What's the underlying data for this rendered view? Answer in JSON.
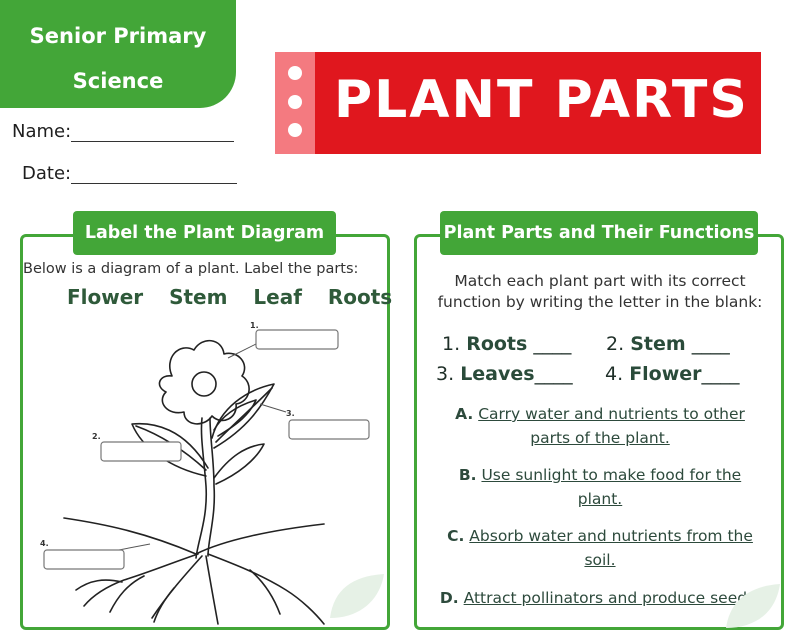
{
  "header": {
    "subject_line1": "Senior Primary",
    "subject_line2": "Science",
    "name_label": "Name:",
    "date_label": "Date:",
    "title": "PLANT PARTS"
  },
  "left_panel": {
    "tab_title": "Label the Plant Diagram",
    "instruction": "Below is a diagram of a plant. Label the parts:",
    "word_bank": "Flower  Stem  Leaf  Roots",
    "label_numbers": [
      "1.",
      "2.",
      "3.",
      "4."
    ]
  },
  "right_panel": {
    "tab_title": "Plant Parts and Their Functions",
    "instruction_line1": "Match each plant part with its correct",
    "instruction_line2": "function by writing the letter in the blank:",
    "items": [
      {
        "num": "1.",
        "part": "Roots",
        "blank": "____"
      },
      {
        "num": "2.",
        "part": "Stem",
        "blank": "____"
      },
      {
        "num": "3.",
        "part": "Leaves",
        "blank": "____"
      },
      {
        "num": "4.",
        "part": "Flower",
        "blank": "____"
      }
    ],
    "options": [
      {
        "letter": "A.",
        "line1": "Carry water and nutrients to other",
        "line2": "parts of the plant."
      },
      {
        "letter": "B.",
        "line1": "Use sunlight to make food for the",
        "line2": "plant."
      },
      {
        "letter": "C.",
        "line1": "Absorb water and nutrients from the",
        "line2": "soil."
      },
      {
        "letter": "D.",
        "line1": "Attract pollinators and produce seeds.",
        "line2": ""
      }
    ]
  },
  "colors": {
    "green": "#43a638",
    "red": "#e0171e",
    "pink": "#f47a80"
  }
}
